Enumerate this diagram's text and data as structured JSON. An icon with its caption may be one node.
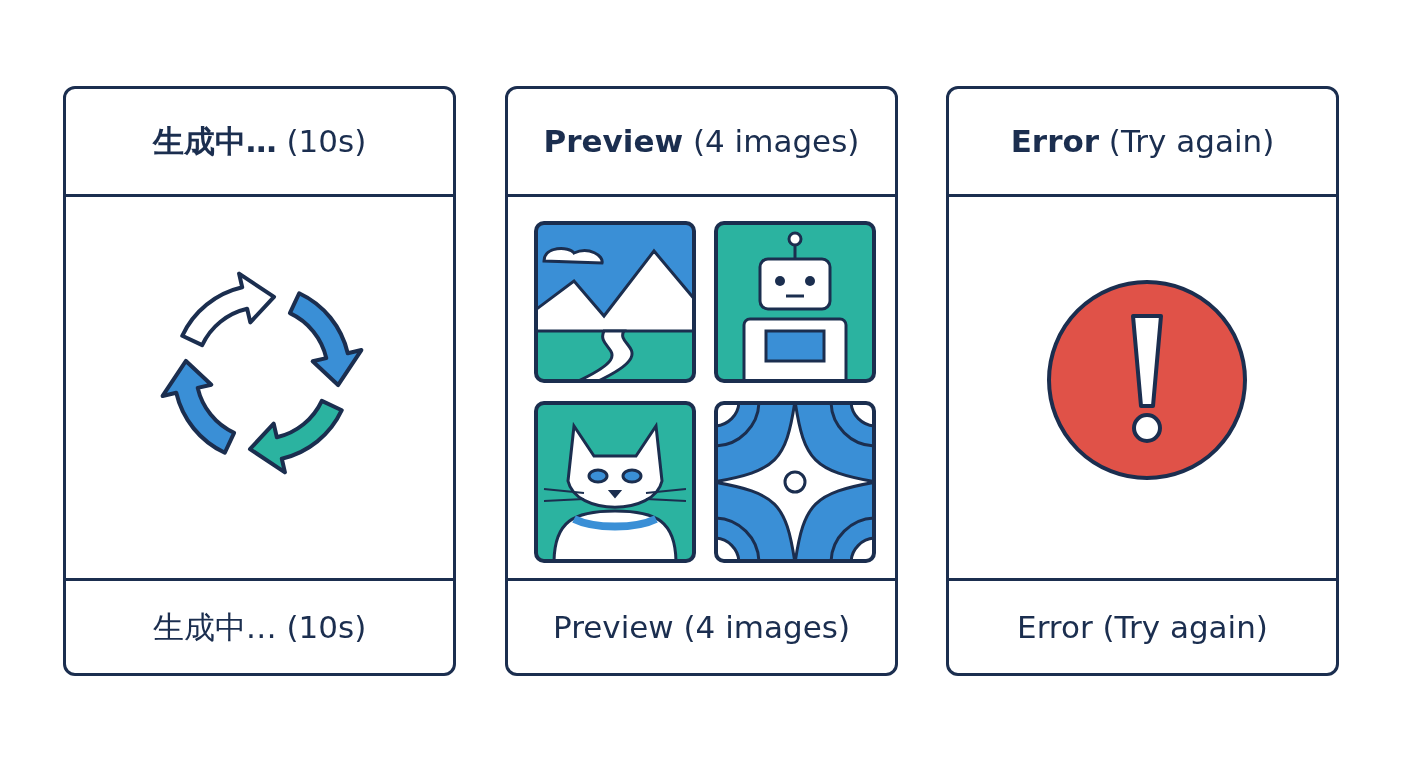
{
  "diagram": {
    "nodes": [
      {
        "text": [
          "**生成中…** (10s)",
          "生成中… (10s)"
        ]
      },
      {
        "text": [
          "**Preview** (4 images)",
          "Preview (4 images)"
        ]
      },
      {
        "text": [
          "**Error** (Try again)",
          "Error (Try again)"
        ]
      }
    ]
  }
}
